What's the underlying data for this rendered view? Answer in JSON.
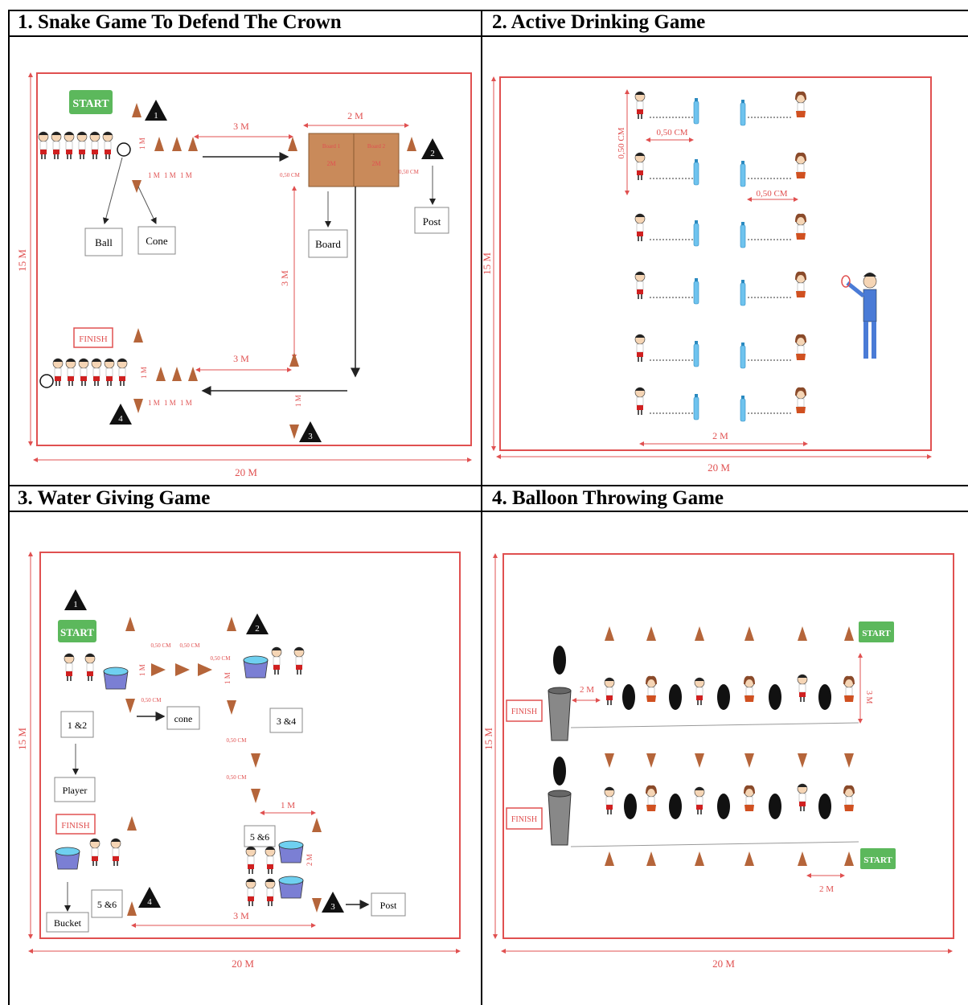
{
  "titles": {
    "p1": "1. Snake Game To Defend The Crown",
    "p2": "2. Active Drinking Game",
    "p3": "3. Water Giving Game",
    "p4": "4. Balloon Throwing Game"
  },
  "panel1": {
    "start": "START",
    "finish": "FINISH",
    "ball": "Ball",
    "cone": "Cone",
    "board": "Board",
    "post": "Post",
    "dist_3m": "3 M",
    "dist_2m": "2 M",
    "dist_1m": "1 M",
    "dist_050": "0,50 CM",
    "board_w1": "Board 1",
    "board_w2": "Board 2",
    "board_2m": "2M",
    "width": "20 M",
    "height": "15 M",
    "num1": "1",
    "num2": "2",
    "num3": "3",
    "num4": "4"
  },
  "panel2": {
    "dist_050": "0,50 CM",
    "dist_2m": "2 M",
    "width": "20 M",
    "height": "15 M"
  },
  "panel3": {
    "start": "START",
    "finish": "FINISH",
    "g12": "1 &2",
    "player": "Player",
    "bucket": "Bucket",
    "cone": "cone",
    "g34": "3 &4",
    "g56a": "5 &6",
    "g56b": "5 &6",
    "post": "Post",
    "dist_050": "0,50 CM",
    "dist_1m": "1 M",
    "dist_2m": "2 M",
    "dist_3m": "3 M",
    "width": "20 M",
    "height": "15 M",
    "num1": "1",
    "num2": "2",
    "num3": "3",
    "num4": "4"
  },
  "panel4": {
    "start": "START",
    "finish": "FINISH",
    "dist_2m": "2 M",
    "dist_3m": "3 M",
    "width": "20 M",
    "height": "15 M"
  },
  "colors": {
    "red": "#e05050",
    "cone": "#b5653a",
    "green": "#5cb85c",
    "wood": "#c98a5a",
    "water": "#3a9ad9"
  }
}
